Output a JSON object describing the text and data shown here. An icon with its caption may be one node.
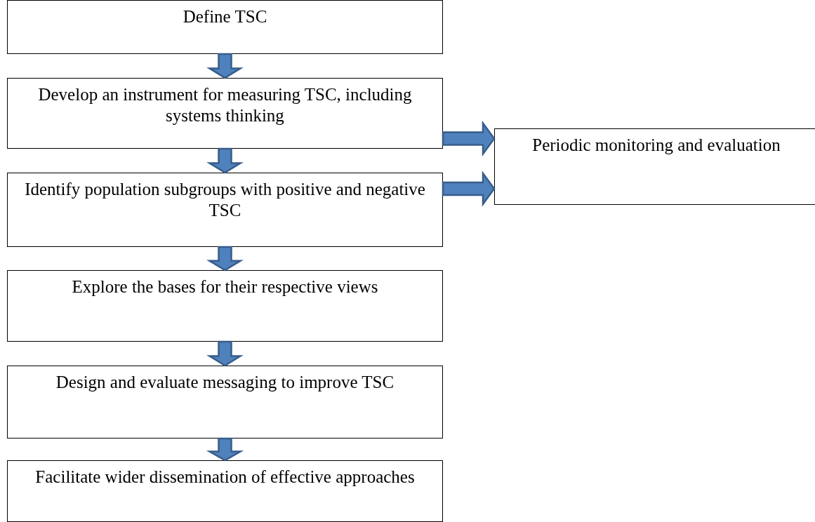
{
  "diagram": {
    "nodes": [
      {
        "text": [
          "Define TSC"
        ]
      },
      {
        "text": [
          "Develop an instrument for measuring TSC, including systems thinking"
        ]
      },
      {
        "text": [
          "Identify population subgroups with positive and negative TSC"
        ]
      },
      {
        "text": [
          "Explore the bases for their respective views"
        ]
      },
      {
        "text": [
          "Design and evaluate messaging to improve TSC"
        ]
      },
      {
        "text": [
          "Facilitate wider dissemination of effective approaches"
        ]
      },
      {
        "text": [
          "Periodic monitoring and evaluation"
        ]
      }
    ],
    "edges": [
      {
        "from": 0,
        "to": 1,
        "arrow": "to"
      },
      {
        "from": 1,
        "to": 2,
        "arrow": "to"
      },
      {
        "from": 2,
        "to": 3,
        "arrow": "to"
      },
      {
        "from": 3,
        "to": 4,
        "arrow": "to"
      },
      {
        "from": 4,
        "to": 5,
        "arrow": "to"
      },
      {
        "from": 1,
        "to": 6,
        "arrow": "to"
      },
      {
        "from": 2,
        "to": 6,
        "arrow": "to"
      }
    ]
  }
}
